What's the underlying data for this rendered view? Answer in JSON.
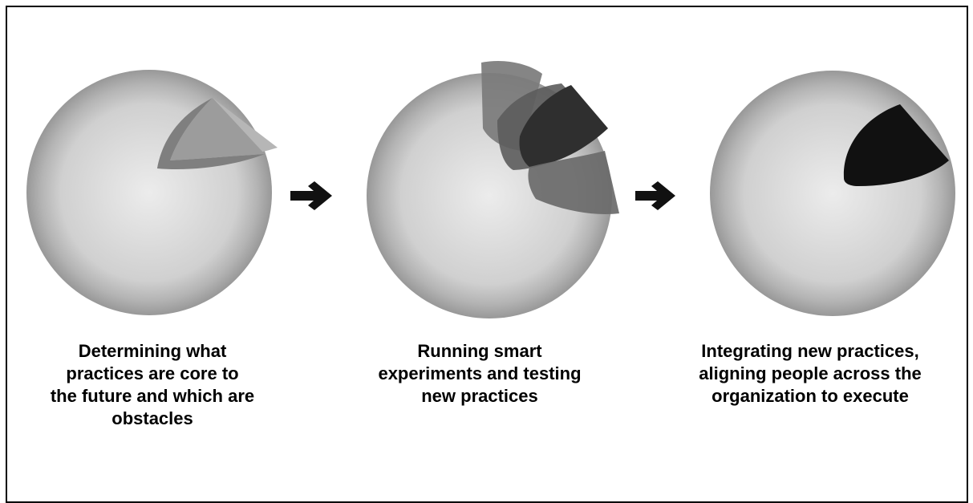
{
  "steps": [
    {
      "caption": "Determining what\npractices are core to\nthe future and which are\nobstacles"
    },
    {
      "caption": "Running smart\nexperiments and testing\nnew practices"
    },
    {
      "caption": "Integrating new practices,\naligning people across the\norganization to execute"
    }
  ],
  "colors": {
    "sphere_outer": "#8f8f8f",
    "sphere_inner": "#e6e6e6",
    "wedge_light": "#b3b3b3",
    "wedge_mid": "#7a7a7a",
    "wedge_dark": "#3d3d3d",
    "wedge_black": "#111111",
    "arrow": "#111111"
  }
}
